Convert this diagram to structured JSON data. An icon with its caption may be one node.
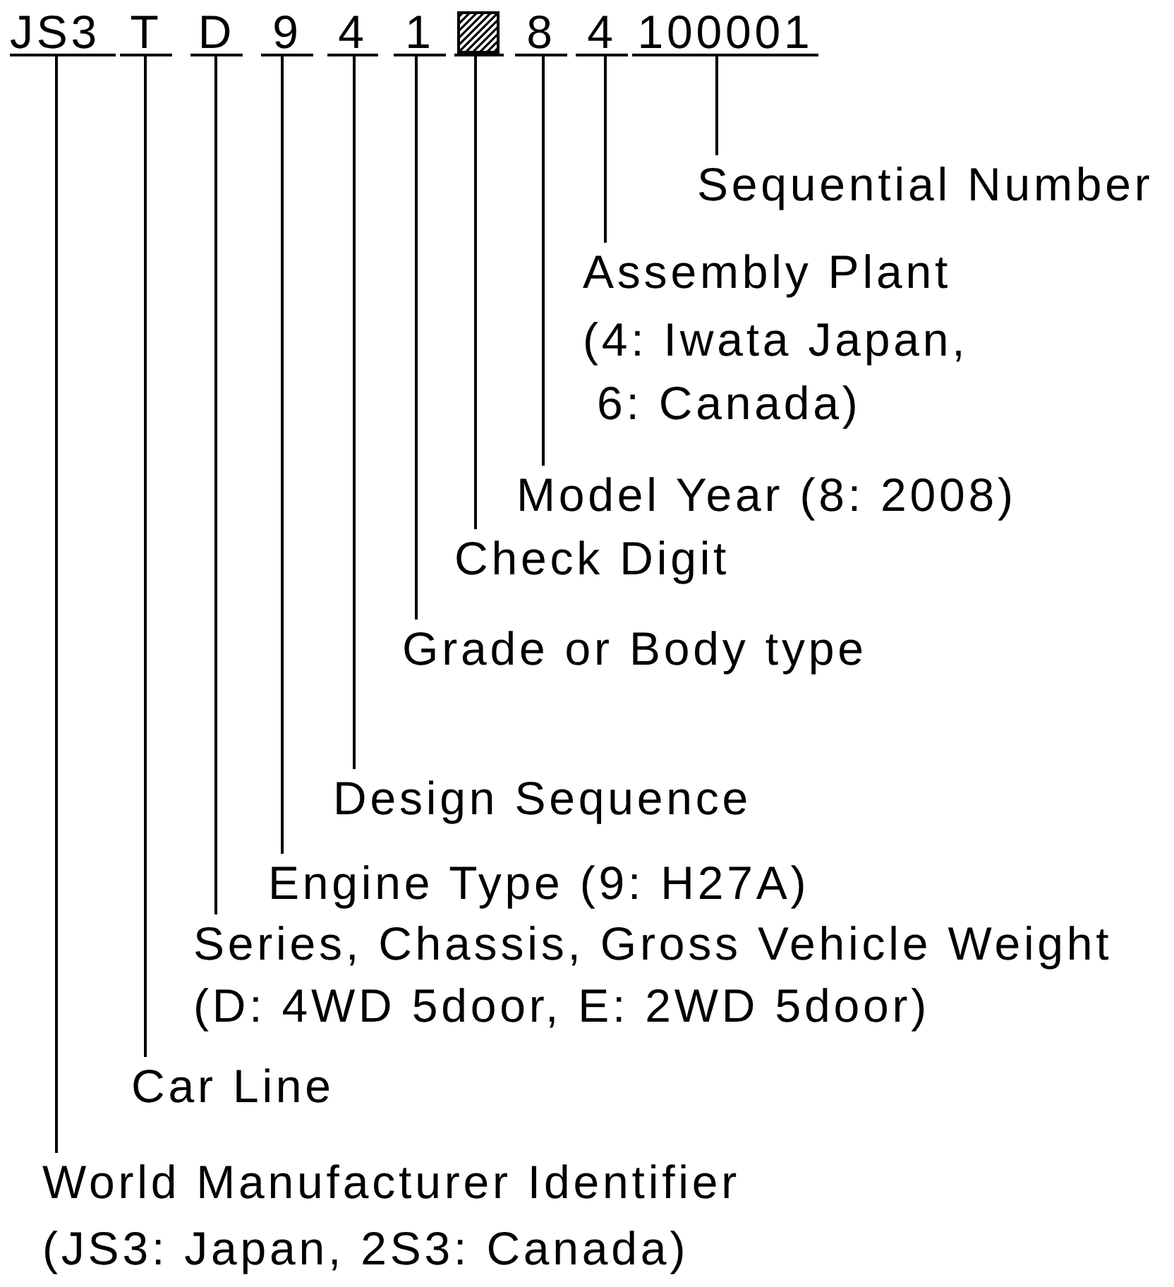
{
  "diagram": {
    "nodes": [
      {
        "text": [
          "JS3"
        ]
      },
      {
        "text": [
          "T"
        ]
      },
      {
        "text": [
          "D"
        ]
      },
      {
        "text": [
          "9"
        ]
      },
      {
        "text": [
          "4"
        ]
      },
      {
        "text": [
          "1"
        ]
      },
      {
        "text": [],
        "shape": "box"
      },
      {
        "text": [
          "8"
        ]
      },
      {
        "text": [
          "4"
        ]
      },
      {
        "text": [
          "100001"
        ]
      },
      {
        "text": [
          "Sequential Number"
        ]
      },
      {
        "text": [
          "Assembly Plant",
          "(4: Iwata Japan, 6: Canada)"
        ]
      },
      {
        "text": [
          "Model Year (8: 2008)"
        ]
      },
      {
        "text": [
          "Check Digit"
        ]
      },
      {
        "text": [
          "Grade or Body type"
        ]
      },
      {
        "text": [
          "Design Sequence"
        ]
      },
      {
        "text": [
          "Engine Type (9: H27A)"
        ]
      },
      {
        "text": [
          "Series, Chassis, Gross Vehicle Weight",
          "(D: 4WD 5door, E: 2WD 5door)"
        ]
      },
      {
        "text": [
          "Car Line"
        ]
      },
      {
        "text": [
          "World Manufacturer Identifier",
          "(JS3: Japan, 2S3: Canada)"
        ]
      }
    ],
    "edges": [
      {
        "from": 0,
        "to": 19,
        "arrow": "none"
      },
      {
        "from": 1,
        "to": 18,
        "arrow": "none"
      },
      {
        "from": 2,
        "to": 17,
        "arrow": "none"
      },
      {
        "from": 3,
        "to": 16,
        "arrow": "none"
      },
      {
        "from": 4,
        "to": 15,
        "arrow": "none"
      },
      {
        "from": 5,
        "to": 14,
        "arrow": "none"
      },
      {
        "from": 6,
        "to": 13,
        "arrow": "none"
      },
      {
        "from": 7,
        "to": 12,
        "arrow": "none"
      },
      {
        "from": 8,
        "to": 11,
        "arrow": "none"
      },
      {
        "from": 9,
        "to": 10,
        "arrow": "none"
      }
    ]
  }
}
